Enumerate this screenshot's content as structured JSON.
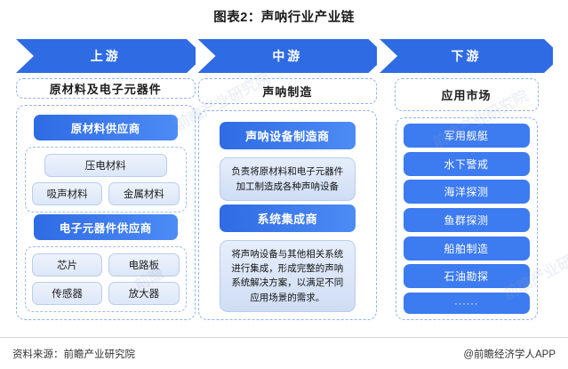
{
  "title": "图表2：声呐行业产业链",
  "banner": {
    "segments": [
      {
        "label": "上游"
      },
      {
        "label": "中游"
      },
      {
        "label": "下游"
      }
    ]
  },
  "upstream": {
    "heading": "原材料及电子元器件",
    "groups": [
      {
        "pill": "原材料供应商",
        "wide_chip": "压电材料",
        "row": [
          "吸声材料",
          "金属材料"
        ]
      },
      {
        "pill": "电子元器件供应商",
        "row1": [
          "芯片",
          "电路板"
        ],
        "row2": [
          "传感器",
          "放大器"
        ]
      }
    ]
  },
  "midstream": {
    "heading": "声呐制造",
    "blocks": [
      {
        "pill": "声呐设备制造商",
        "desc": "负责将原材料和电子元器件加工制造成各种声呐设备"
      },
      {
        "pill": "系统集成商",
        "desc": "将声呐设备与其他相关系统进行集成，形成完整的声呐系统解决方案，以满足不同应用场景的需求。"
      }
    ]
  },
  "downstream": {
    "heading": "应用市场",
    "items": [
      "军用舰艇",
      "水下警戒",
      "海洋探测",
      "鱼群探测",
      "船舶制造",
      "石油勘探",
      "······"
    ]
  },
  "footer": {
    "source": "资料来源：前瞻产业研究院",
    "attribution": "@前瞻经济学人APP"
  },
  "watermarks": [
    "前瞻产业研究院",
    "前瞻产业研究院",
    "前瞻",
    "前瞻产业研究院"
  ],
  "colors": {
    "banner_blue": "#2f6be3",
    "pill_blue": "#4d8bf5",
    "chip_blue": "#3d7bf0",
    "dashed_border": "#8fb2ec"
  }
}
